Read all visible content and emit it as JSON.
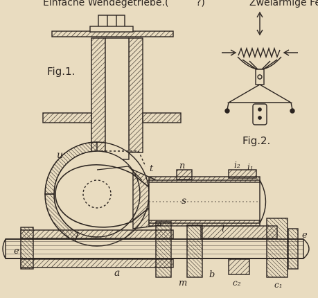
{
  "header": {
    "left_title": "Einfache Wendegetriebe.(",
    "left_title_tail": "?)",
    "right_title": "Zweiarmige Fe"
  },
  "figures": {
    "fig1_label": "Fig.1.",
    "fig2_label": "Fig.2."
  },
  "part_labels": {
    "u": "u",
    "t": "t",
    "n": "n",
    "i2": "i₂",
    "i1": "i₁",
    "s": "s",
    "l": "l",
    "e_left": "e",
    "e_right": "e",
    "a": "a",
    "m": "m",
    "b": "b",
    "c2": "c₂",
    "c1": "c₁"
  },
  "colors": {
    "paper": "#e9dcc0",
    "ink": "#2b2420"
  }
}
